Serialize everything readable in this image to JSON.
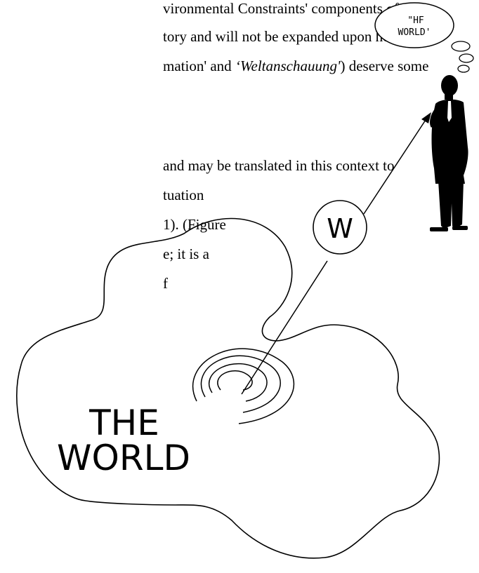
{
  "text_lines": [
    "vironmental Constraints' components of",
    "tory and will not be expanded upon here.",
    "mation' and ",
    "Weltanschauung'",
    ") deserve some",
    "and may be translated in this context to",
    "tuation",
    "1). (Figure",
    "e; it is a",
    "f"
  ],
  "figure": {
    "world_label_line1": "THE",
    "world_label_line2": "WORLD",
    "circle_label": "W",
    "thought_label_line1": "\"HF",
    "thought_label_line2": "WORLD'"
  },
  "colors": {
    "ink": "#000000",
    "paper": "#ffffff"
  }
}
